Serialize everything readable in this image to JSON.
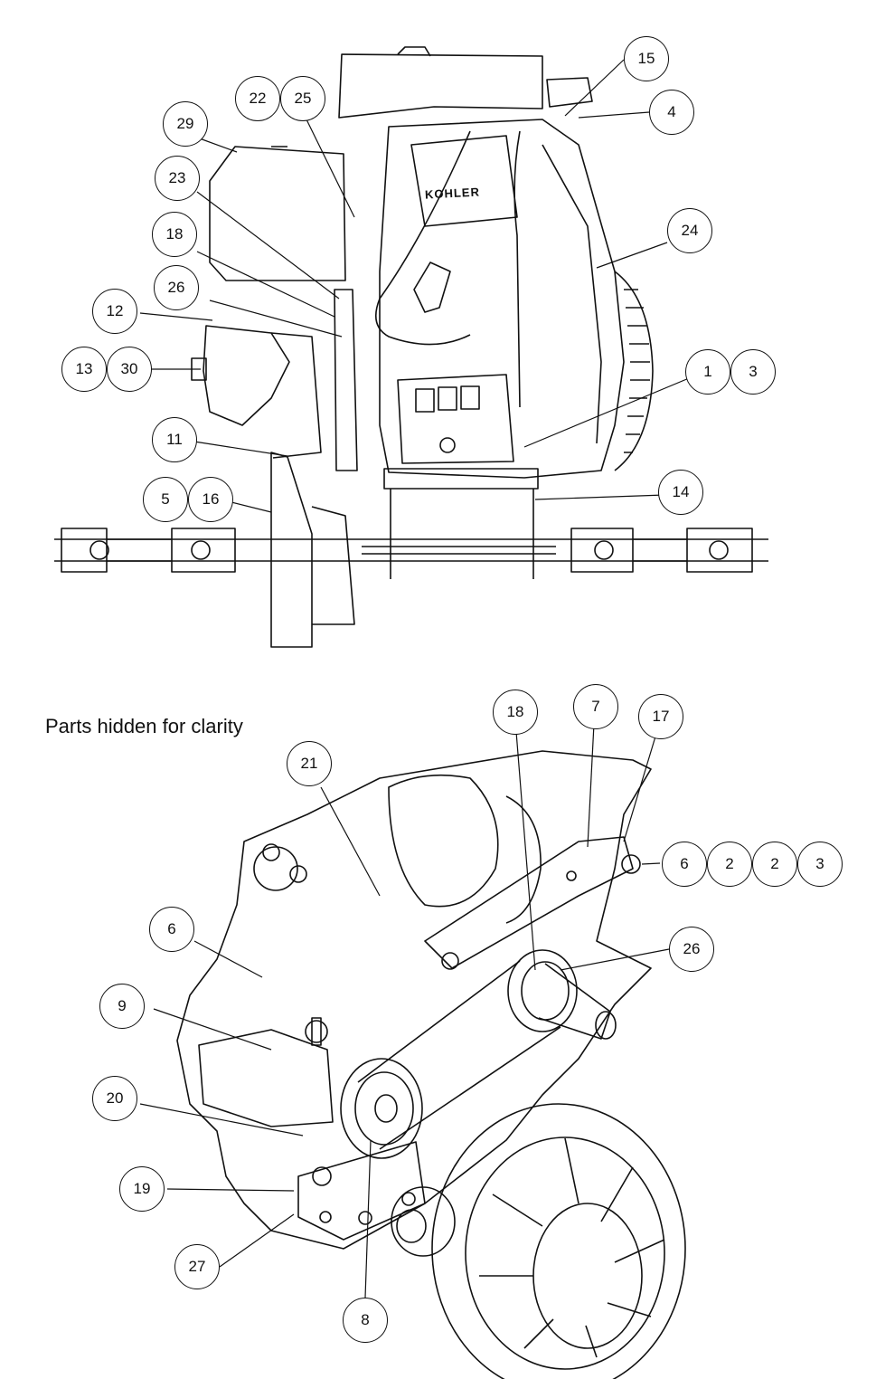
{
  "caption": {
    "hidden_note": "Parts hidden for clarity"
  },
  "engine_brand": "KOHLER",
  "callouts": {
    "c15": "15",
    "c4": "4",
    "c22": "22",
    "c25": "25",
    "c29": "29",
    "c23": "23",
    "c24": "24",
    "c18a": "18",
    "c26a": "26",
    "c12": "12",
    "c13": "13",
    "c30": "30",
    "c1": "1",
    "c3a": "3",
    "c11": "11",
    "c14": "14",
    "c5": "5",
    "c16": "16",
    "c18b": "18",
    "c7": "7",
    "c17": "17",
    "c21": "21",
    "c6a": "6",
    "c2a": "2",
    "c2b": "2",
    "c3b": "3",
    "c6b": "6",
    "c26b": "26",
    "c9": "9",
    "c20": "20",
    "c19": "19",
    "c27": "27",
    "c8": "8"
  }
}
